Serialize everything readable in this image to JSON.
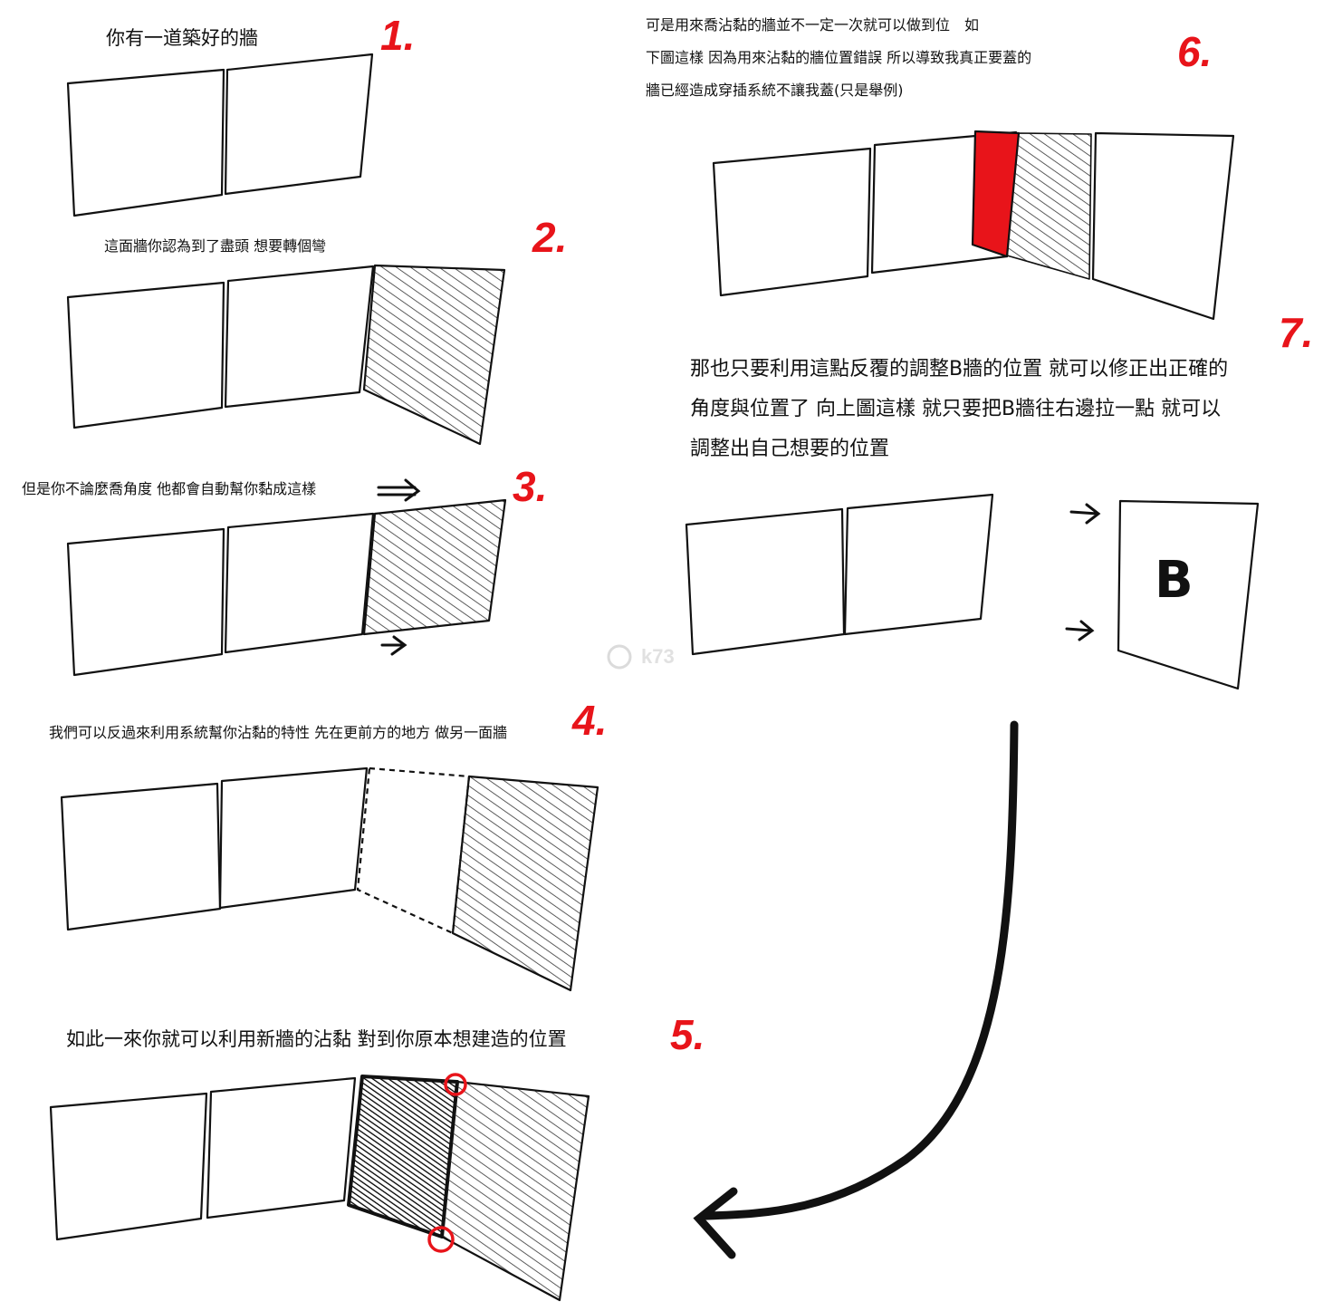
{
  "steps": [
    {
      "number": "1.",
      "text": "你有一道築好的牆"
    },
    {
      "number": "2.",
      "text": "這面牆你認為到了盡頭 想要轉個彎"
    },
    {
      "number": "3.",
      "text": "但是你不論麼喬角度 他都會自動幫你黏成這樣"
    },
    {
      "number": "4.",
      "text": "我們可以反過來利用系統幫你沾黏的特性 先在更前方的地方 做另一面牆"
    },
    {
      "number": "5.",
      "text": "如此一來你就可以利用新牆的沾黏 對到你原本想建造的位置"
    },
    {
      "number": "6.",
      "lines": [
        "可是用來喬沾黏的牆並不一定一次就可以做到位　如",
        "下圖這樣 因為用來沾黏的牆位置錯誤 所以導致我真正要蓋的",
        "牆已經造成穿插系統不讓我蓋(只是舉例)"
      ]
    },
    {
      "number": "7.",
      "lines": [
        "那也只要利用這點反覆的調整B牆的位置 就可以修正出正確的",
        "角度與位置了 向上圖這樣 就只要把B牆往右邊拉一點 就可以",
        "調整出自己想要的位置"
      ]
    }
  ],
  "wall_b_label": "B",
  "watermark": "k73",
  "colors": {
    "accent": "#e8141a",
    "ink": "#111111"
  }
}
